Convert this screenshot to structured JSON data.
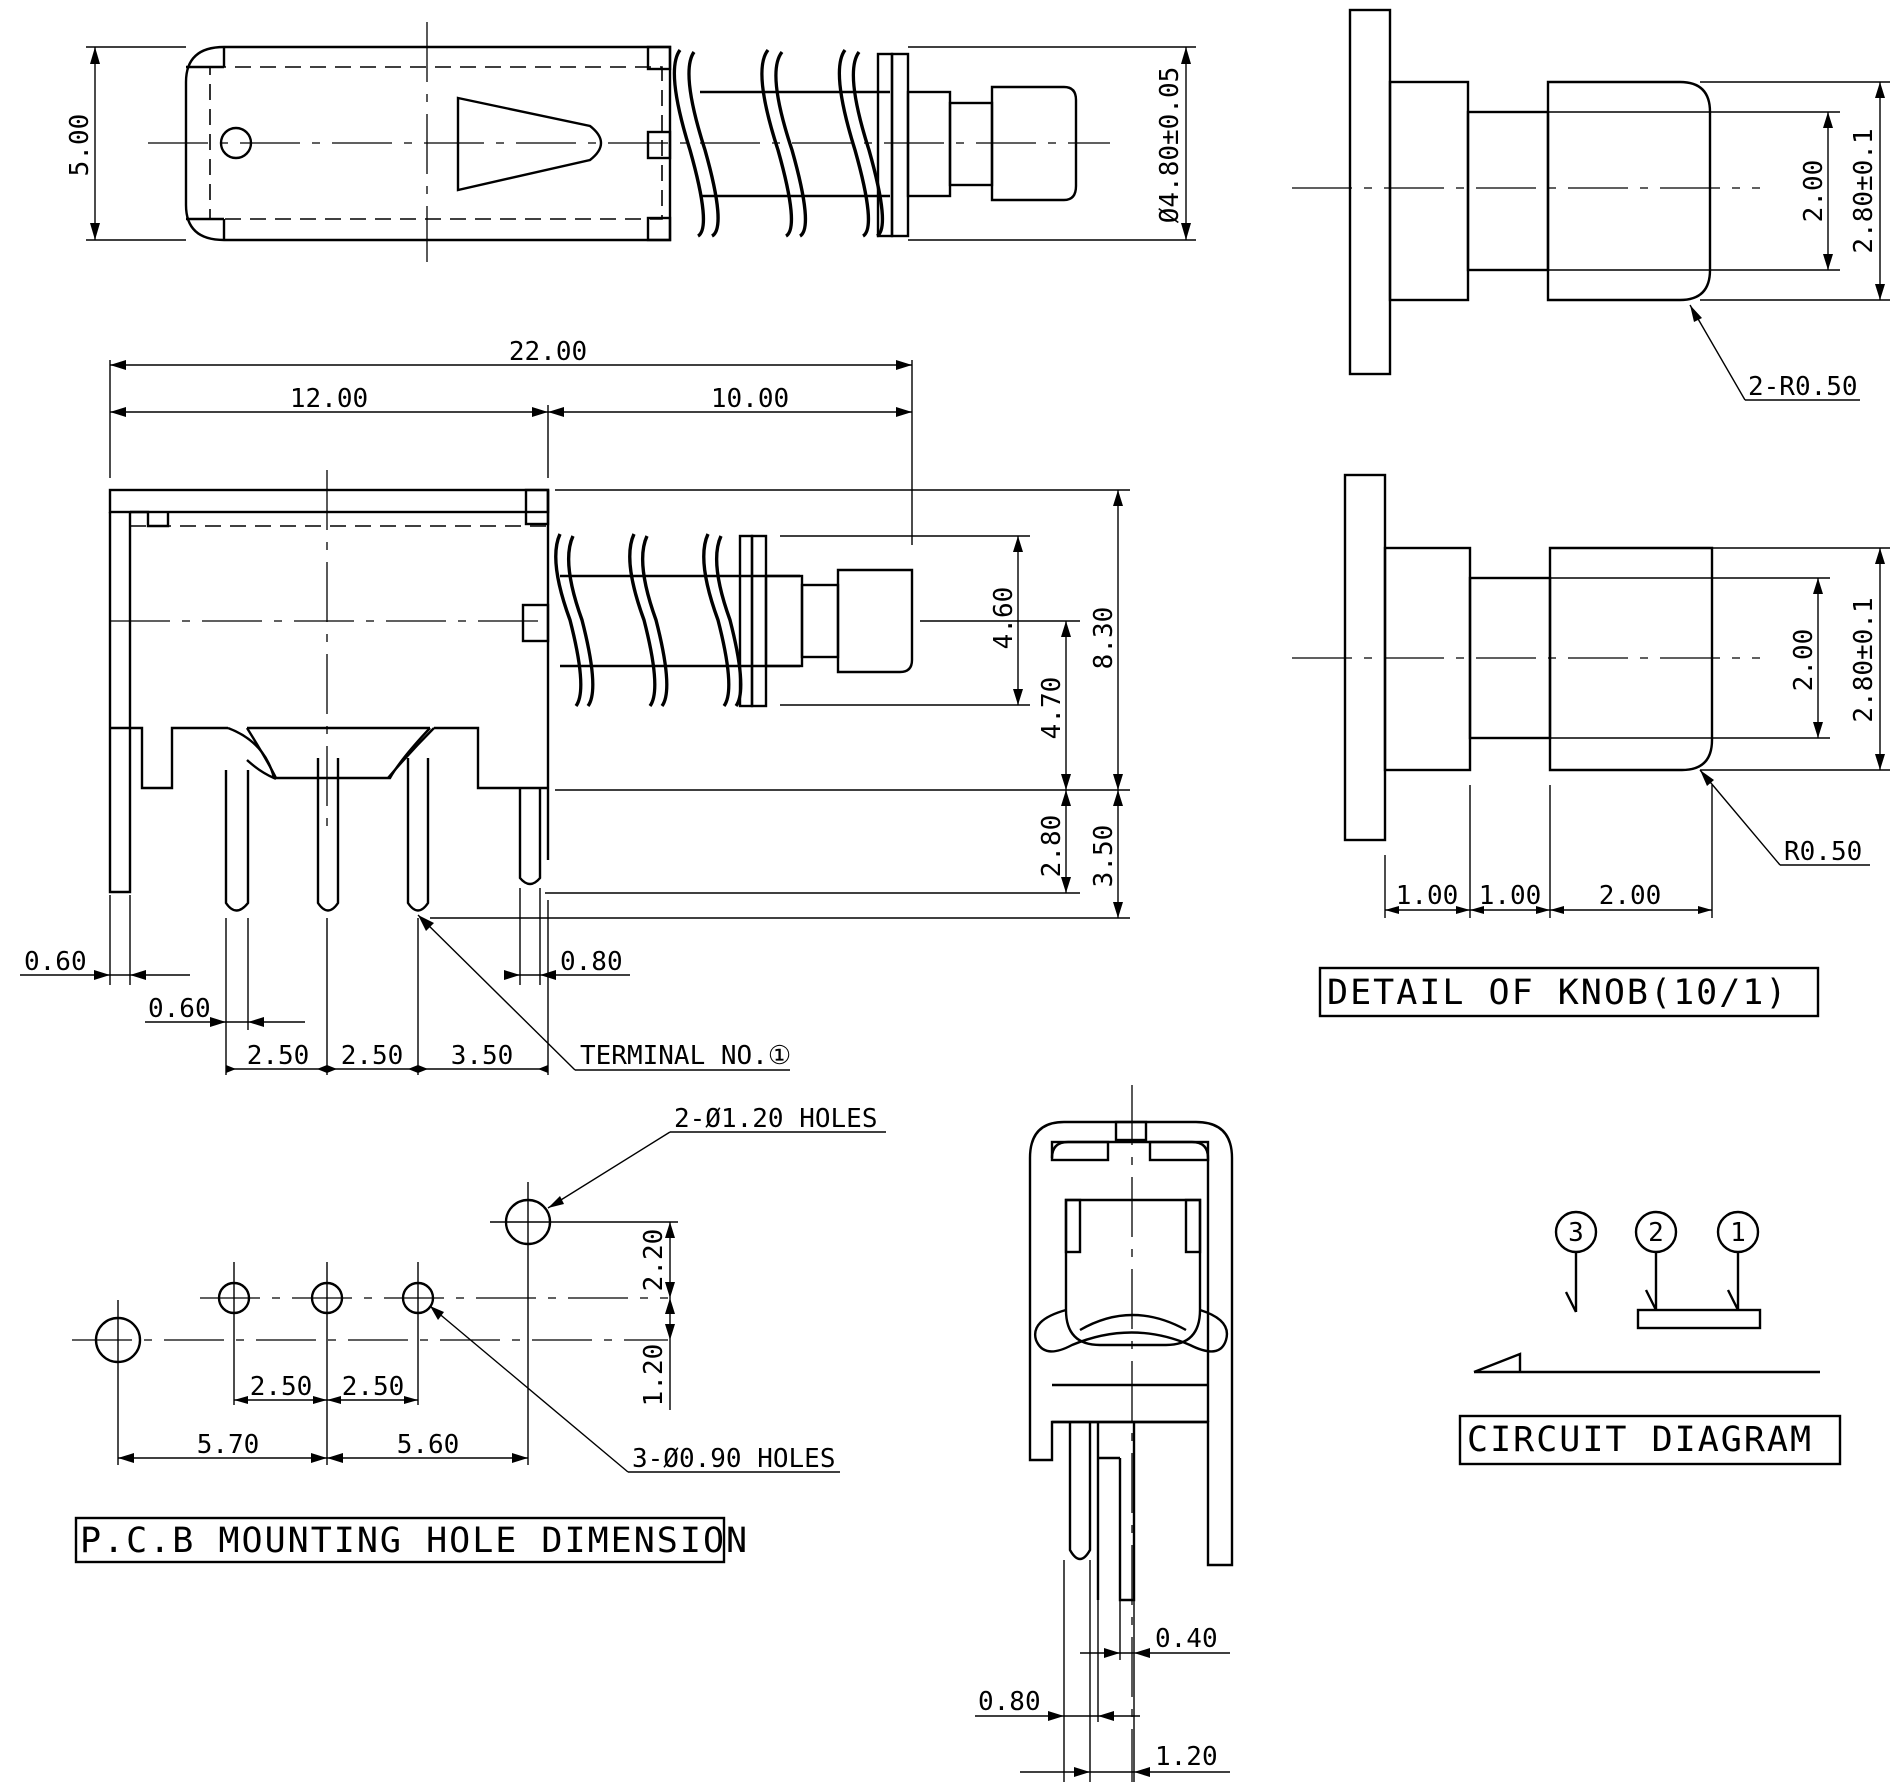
{
  "top_view": {
    "dim_height": "5.00",
    "dim_shaft_dia": "Ø4.80±0.05"
  },
  "side_view": {
    "dim_total": "22.00",
    "dim_body": "12.00",
    "dim_actuator": "10.00",
    "dim_a": "4.60",
    "dim_b": "4.70",
    "dim_total_height": "8.30",
    "dim_c": "2.80",
    "dim_d": "3.50",
    "dim_left_wall": "0.60",
    "dim_right_wall": "0.80",
    "dim_pin": "0.60",
    "dim_pitch_1": "2.50",
    "dim_pitch_2": "2.50",
    "dim_pitch_3": "3.50",
    "terminal_label": "TERMINAL NO.①"
  },
  "knob_detail": {
    "title": "DETAIL OF KNOB(10/1)",
    "top_dim_inner": "2.00",
    "top_dim_outer": "2.80±0.1",
    "top_radius": "2-R0.50",
    "bottom_dim_inner": "2.00",
    "bottom_dim_outer": "2.80±0.1",
    "bottom_radius": "R0.50",
    "len_1": "1.00",
    "len_2": "1.00",
    "len_3": "2.00"
  },
  "pcb": {
    "title": "P.C.B MOUNTING HOLE DIMENSION",
    "large_holes": "2-Ø1.20 HOLES",
    "small_holes": "3-Ø0.90 HOLES",
    "dim_up": "2.20",
    "dim_down": "1.20",
    "pitch_1": "2.50",
    "pitch_2": "2.50",
    "span_left": "5.70",
    "span_right": "5.60"
  },
  "end_view": {
    "dim_a": "0.40",
    "dim_b": "0.80",
    "dim_c": "1.20"
  },
  "circuit": {
    "title": "CIRCUIT DIAGRAM",
    "terminal_3": "3",
    "terminal_2": "2",
    "terminal_1": "1"
  }
}
